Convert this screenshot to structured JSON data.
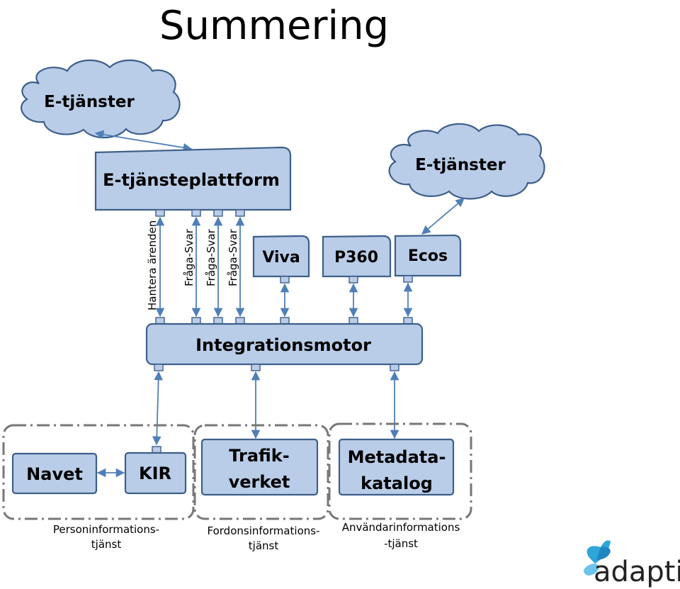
{
  "title": "Summering",
  "clouds": {
    "top": "E-tjänster",
    "right": "E-tjänster"
  },
  "nodes": {
    "platform": "E-tjänsteplattform",
    "viva": "Viva",
    "p360": "P360",
    "ecos": "Ecos",
    "engine": "Integrationsmotor",
    "navet": "Navet",
    "kir": "KIR",
    "trafik_line1": "Trafik-",
    "trafik_line2": "verket",
    "meta_line1": "Metadata-",
    "meta_line2": "katalog"
  },
  "link_labels": {
    "hantera": "Hantera ärenden",
    "fraga1": "Fråga-Svar",
    "fraga2": "Fråga-Svar",
    "fraga3": "Fråga-Svar"
  },
  "groups": {
    "person_line1": "Personinformations-",
    "person_line2": "tjänst",
    "fordon_line1": "Fordonsinformations-",
    "fordon_line2": "tjänst",
    "anv_line1": "Användarinformations",
    "anv_line2": "-tjänst"
  },
  "logo": {
    "text": "adaptit",
    "icon": "butterfly-icon"
  },
  "colors": {
    "box_fill": "#b9cde8",
    "box_stroke": "#3e5f8a",
    "arrow": "#4f7fb8",
    "group_border": "#777777"
  }
}
